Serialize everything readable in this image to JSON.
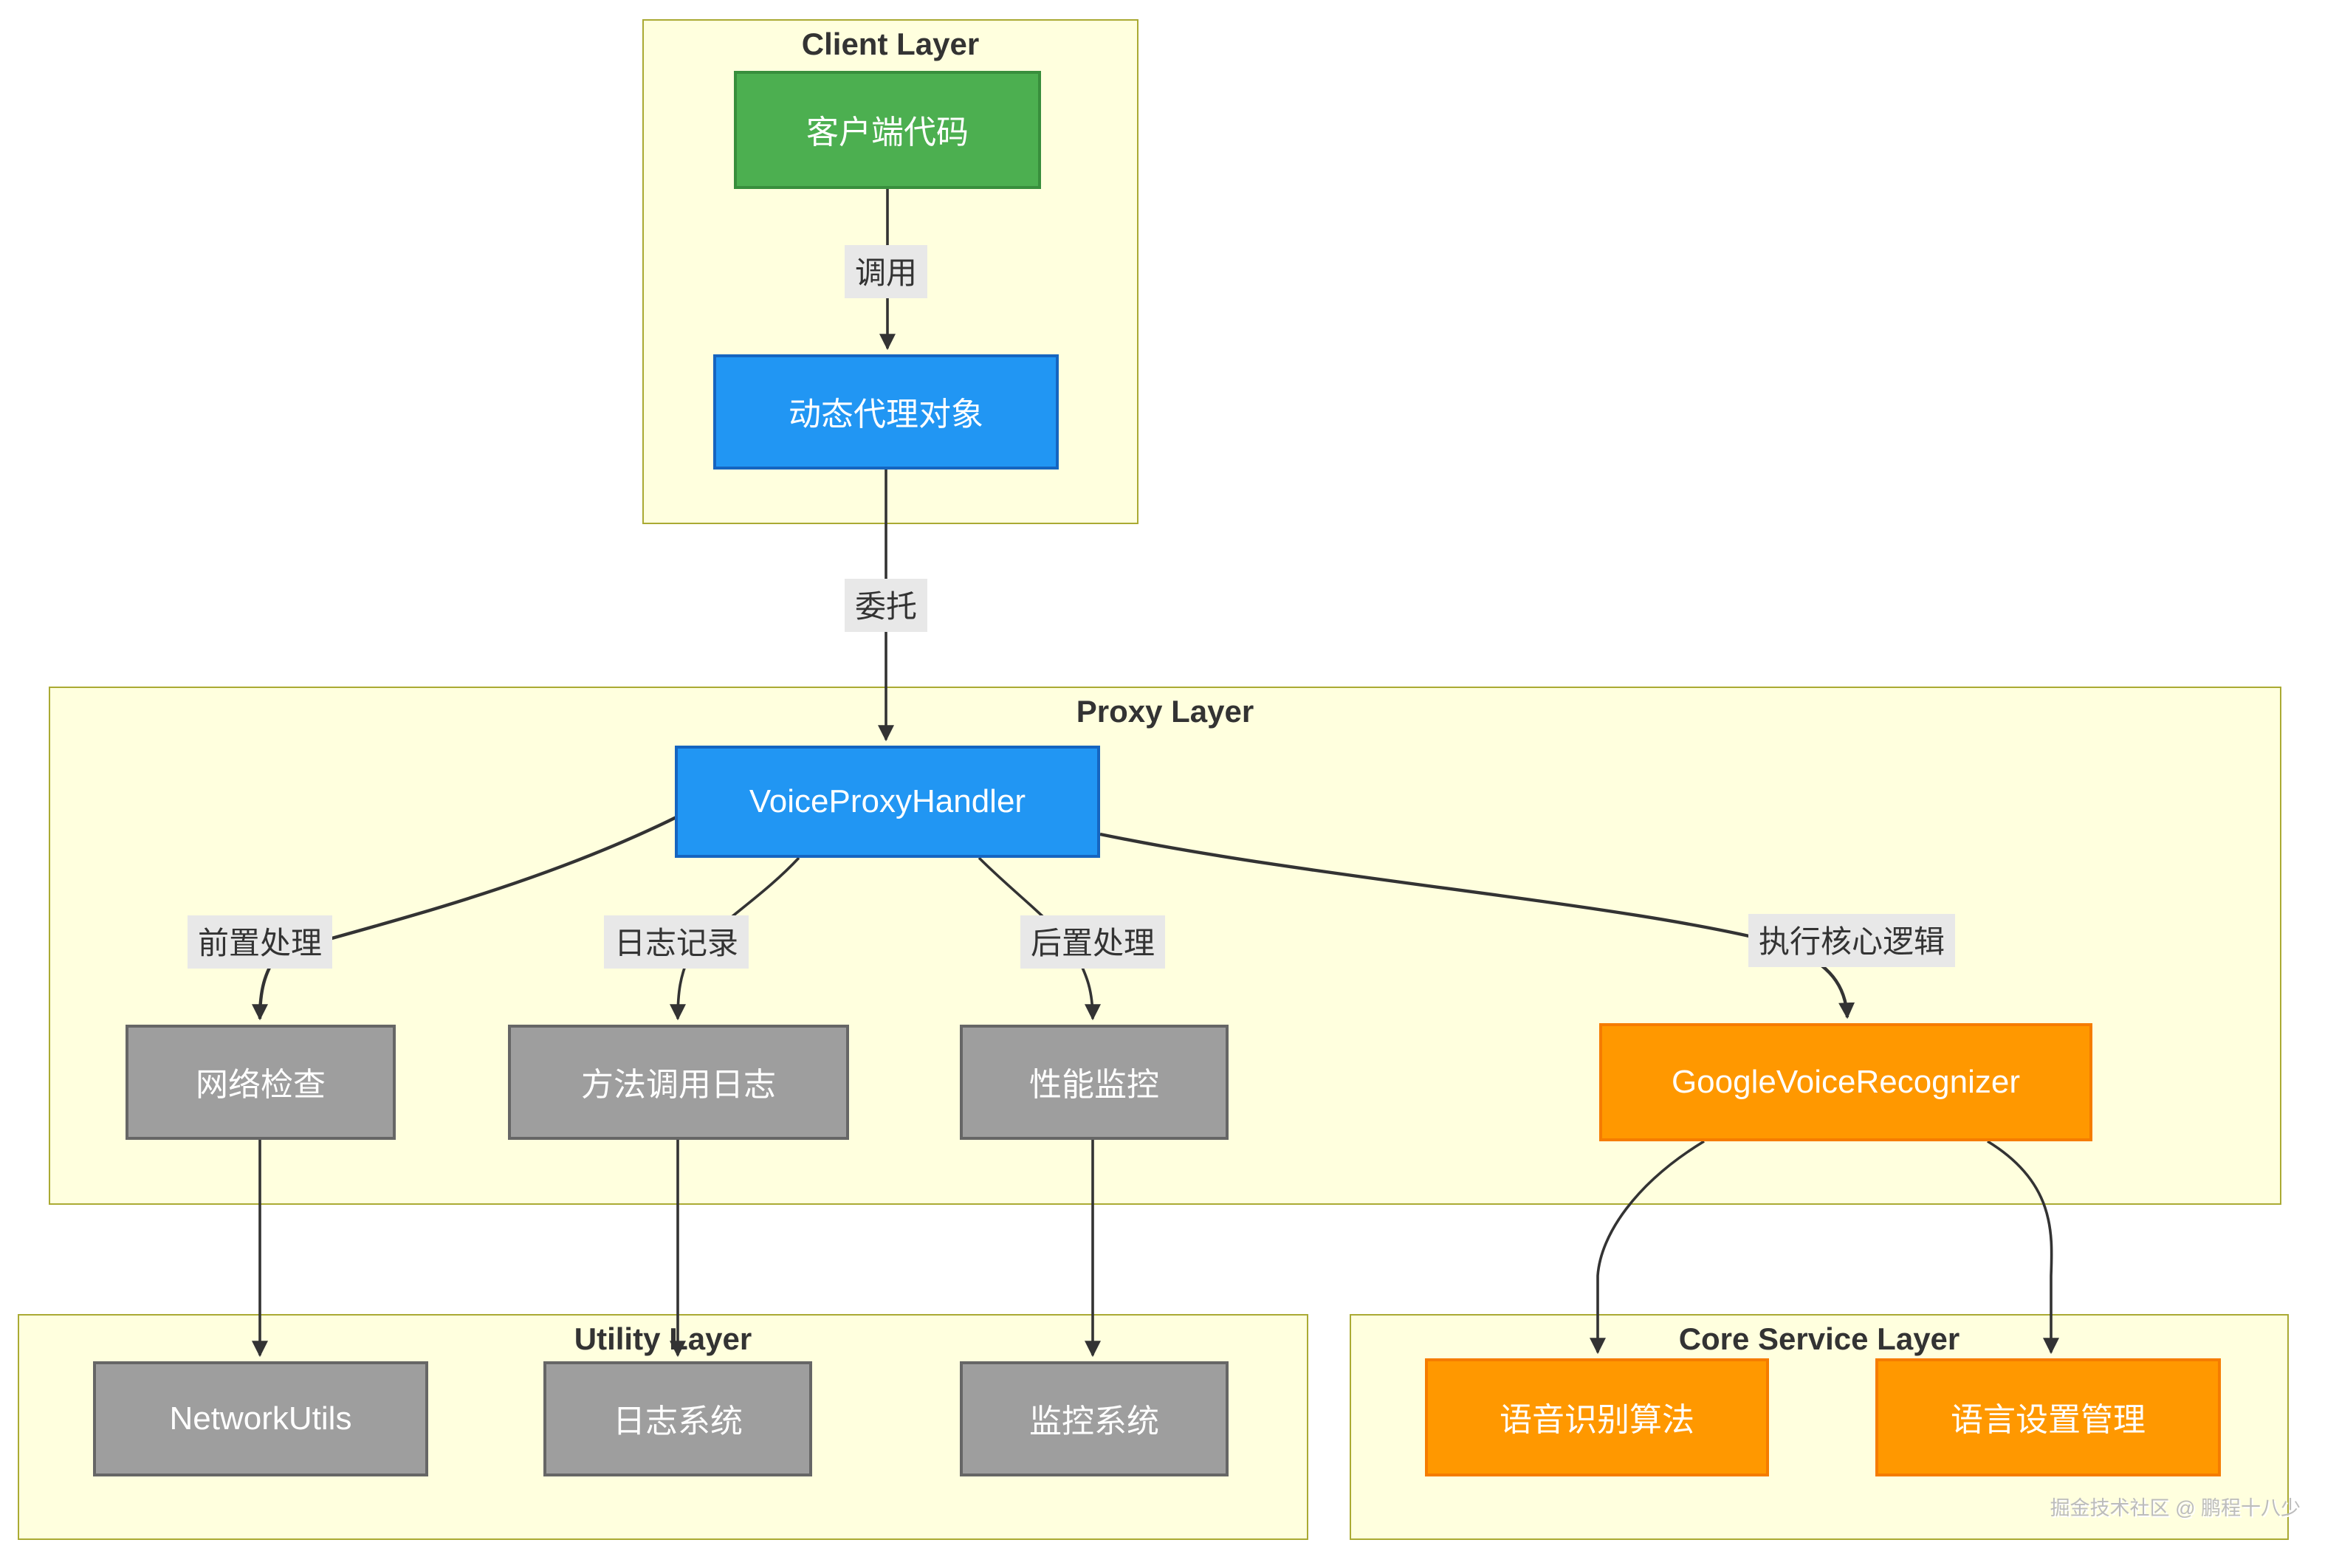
{
  "diagram": {
    "clusters": [
      {
        "id": "client",
        "title": "Client Layer"
      },
      {
        "id": "proxy",
        "title": "Proxy Layer"
      },
      {
        "id": "utility",
        "title": "Utility Layer"
      },
      {
        "id": "core",
        "title": "Core Service Layer"
      }
    ],
    "nodes": [
      {
        "id": "client-code",
        "label": "客户端代码",
        "type": "green",
        "cluster": "client"
      },
      {
        "id": "dynamic-proxy",
        "label": "动态代理对象",
        "type": "blue",
        "cluster": "client"
      },
      {
        "id": "voice-proxy-handler",
        "label": "VoiceProxyHandler",
        "type": "blue",
        "cluster": "proxy"
      },
      {
        "id": "network-check",
        "label": "网络检查",
        "type": "gray",
        "cluster": "proxy"
      },
      {
        "id": "method-call-log",
        "label": "方法调用日志",
        "type": "gray",
        "cluster": "proxy"
      },
      {
        "id": "perf-monitor",
        "label": "性能监控",
        "type": "gray",
        "cluster": "proxy"
      },
      {
        "id": "google-voice-recognizer",
        "label": "GoogleVoiceRecognizer",
        "type": "orange",
        "cluster": "proxy"
      },
      {
        "id": "network-utils",
        "label": "NetworkUtils",
        "type": "gray",
        "cluster": "utility"
      },
      {
        "id": "log-system",
        "label": "日志系统",
        "type": "gray",
        "cluster": "utility"
      },
      {
        "id": "monitor-system",
        "label": "监控系统",
        "type": "gray",
        "cluster": "utility"
      },
      {
        "id": "voice-recognition-algo",
        "label": "语音识别算法",
        "type": "orange",
        "cluster": "core"
      },
      {
        "id": "language-settings",
        "label": "语言设置管理",
        "type": "orange",
        "cluster": "core"
      }
    ],
    "edges": [
      {
        "from": "client-code",
        "to": "dynamic-proxy",
        "label": "调用"
      },
      {
        "from": "dynamic-proxy",
        "to": "voice-proxy-handler",
        "label": "委托"
      },
      {
        "from": "voice-proxy-handler",
        "to": "network-check",
        "label": "前置处理"
      },
      {
        "from": "voice-proxy-handler",
        "to": "method-call-log",
        "label": "日志记录"
      },
      {
        "from": "voice-proxy-handler",
        "to": "perf-monitor",
        "label": "后置处理"
      },
      {
        "from": "voice-proxy-handler",
        "to": "google-voice-recognizer",
        "label": "执行核心逻辑"
      },
      {
        "from": "network-check",
        "to": "network-utils",
        "label": ""
      },
      {
        "from": "method-call-log",
        "to": "log-system",
        "label": ""
      },
      {
        "from": "perf-monitor",
        "to": "monitor-system",
        "label": ""
      },
      {
        "from": "google-voice-recognizer",
        "to": "voice-recognition-algo",
        "label": ""
      },
      {
        "from": "google-voice-recognizer",
        "to": "language-settings",
        "label": ""
      }
    ]
  },
  "watermark": "掘金技术社区 @ 鹏程十八少",
  "colors": {
    "cluster_fill": "#ffffde",
    "cluster_border": "#aaaa33",
    "green_fill": "#4CAF50",
    "green_border": "#388E3C",
    "blue_fill": "#2196F3",
    "blue_border": "#1565C0",
    "gray_fill": "#9E9E9E",
    "gray_border": "#666666",
    "orange_fill": "#FF9800",
    "orange_border": "#F57C00",
    "edge_stroke": "#333333",
    "edge_label_bg": "#e8e8e8"
  }
}
